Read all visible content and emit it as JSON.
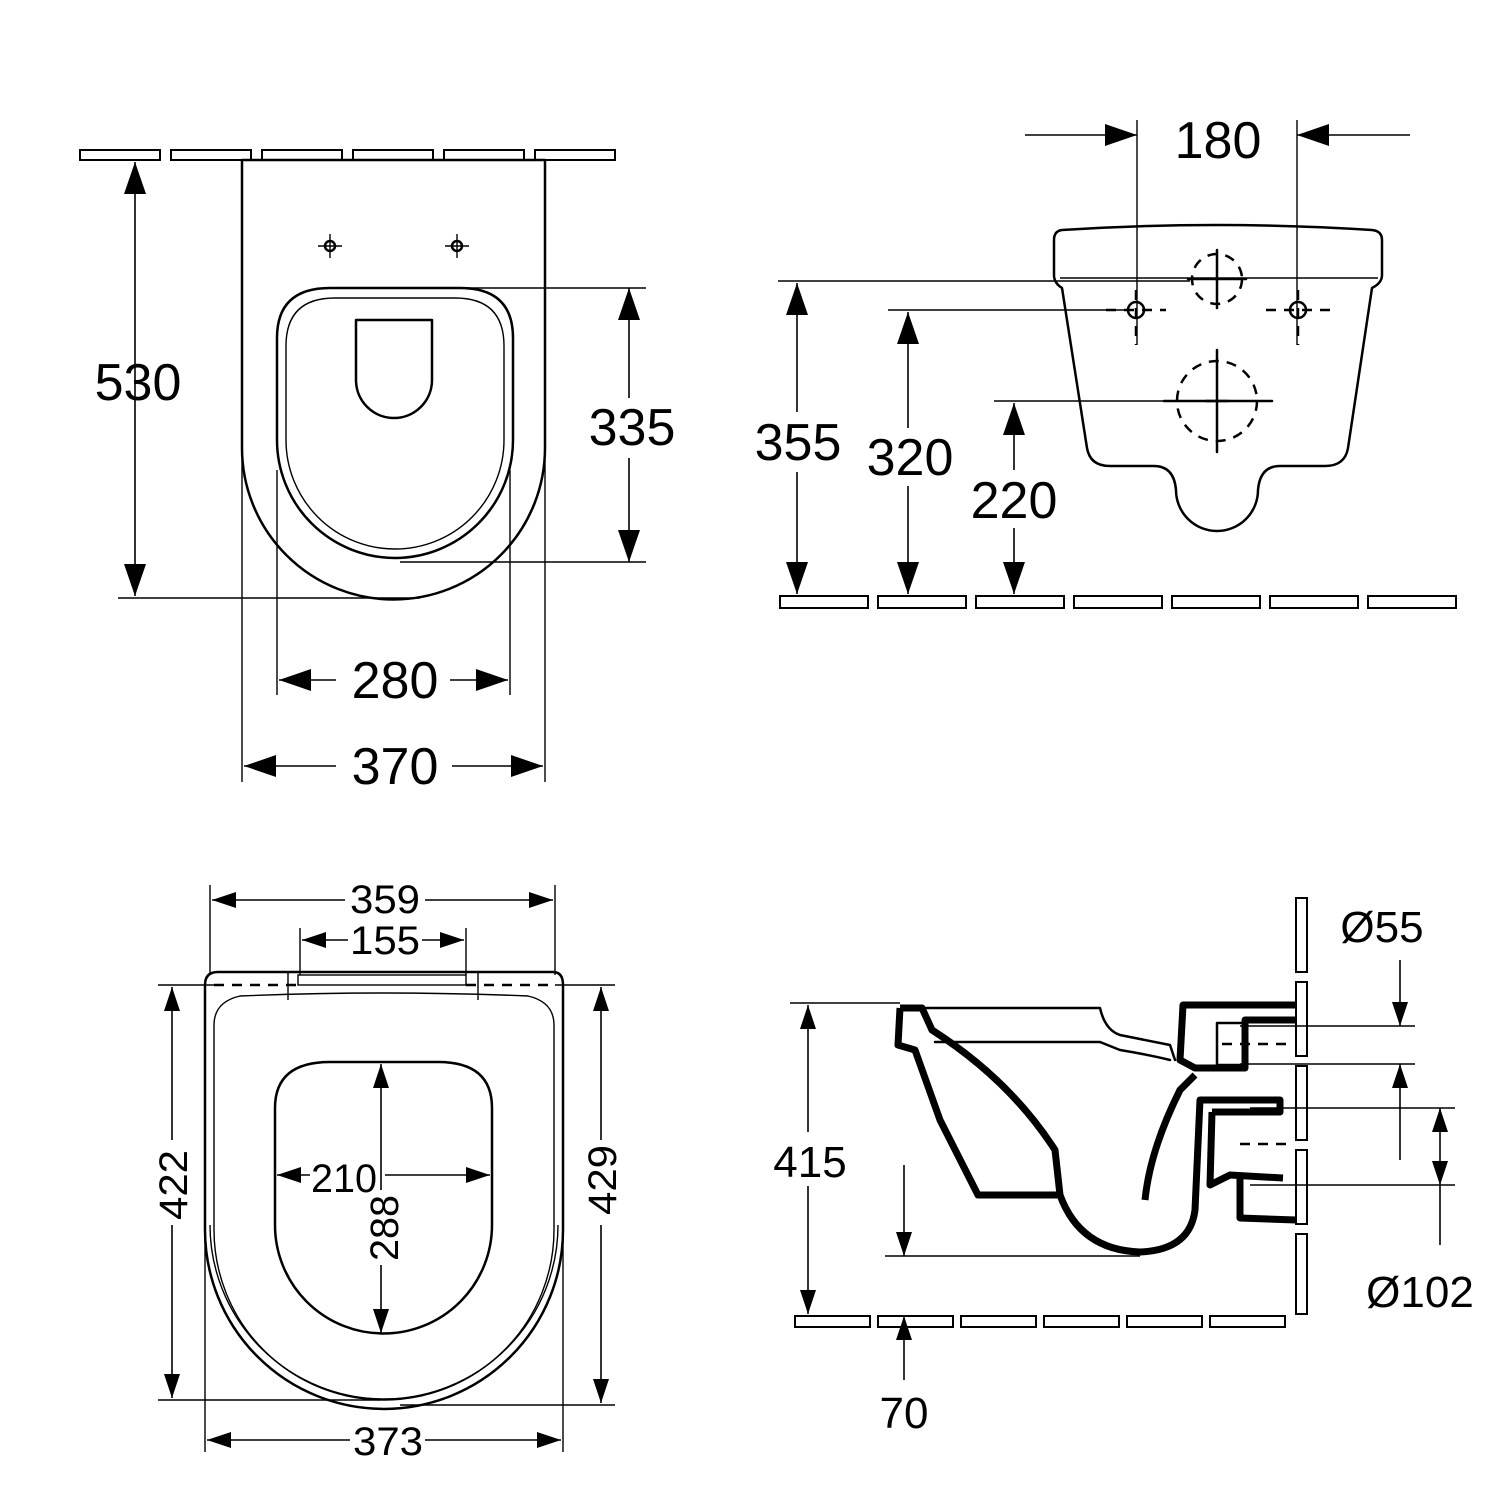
{
  "top_view": {
    "depth": "530",
    "seat_opening_depth": "335",
    "seat_width": "280",
    "bowl_width": "370"
  },
  "front_view": {
    "fixing_spacing": "180",
    "height_a": "355",
    "height_b": "320",
    "height_c": "220"
  },
  "seat_view": {
    "lid_width": "359",
    "hinge_width": "155",
    "lid_length_left": "422",
    "lid_length_right": "429",
    "opening_width": "210",
    "opening_length": "288",
    "outer_width": "373"
  },
  "side_view": {
    "inlet_diameter": "Ø55",
    "outlet_diameter": "Ø102",
    "height": "415",
    "outlet_offset": "70"
  }
}
